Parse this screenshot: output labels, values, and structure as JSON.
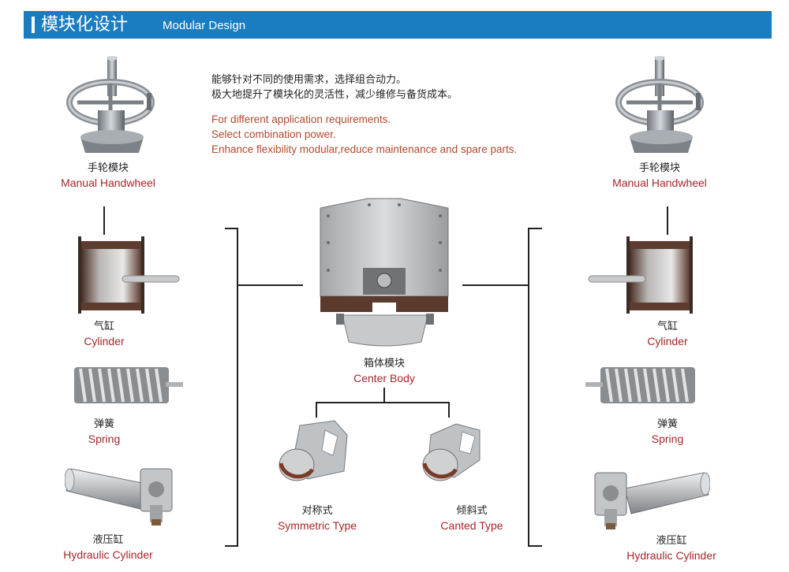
{
  "header": {
    "title_cn": "模块化设计",
    "title_en": "Modular Design"
  },
  "intro": {
    "cn_line1": "能够针对不同的使用需求，选择组合动力。",
    "cn_line2": "极大地提升了模块化的灵活性，减少维修与备货成本。",
    "en_line1": "For different application requirements.",
    "en_line2": "Select combination power.",
    "en_line3": "Enhance flexibility modular,reduce maintenance and spare parts."
  },
  "left": {
    "handwheel": {
      "cn": "手轮模块",
      "en": "Manual Handwheel"
    },
    "cylinder": {
      "cn": "气缸",
      "en": "Cylinder"
    },
    "spring": {
      "cn": "弹簧",
      "en": "Spring"
    },
    "hydraulic": {
      "cn": "液压缸",
      "en": "Hydraulic Cylinder"
    }
  },
  "right": {
    "handwheel": {
      "cn": "手轮模块",
      "en": "Manual Handwheel"
    },
    "cylinder": {
      "cn": "气缸",
      "en": "Cylinder"
    },
    "spring": {
      "cn": "弹簧",
      "en": "Spring"
    },
    "hydraulic": {
      "cn": "液压缸",
      "en": "Hydraulic Cylinder"
    }
  },
  "center": {
    "body": {
      "cn": "箱体模块",
      "en": "Center Body"
    },
    "symmetric": {
      "cn": "对称式",
      "en": "Symmetric Type"
    },
    "canted": {
      "cn": "倾斜式",
      "en": "Canted Type"
    }
  },
  "colors": {
    "header": "#1a7cc1",
    "en_intro": "#b04a2e",
    "en_label": "#a7262a",
    "lines": "#222222"
  }
}
